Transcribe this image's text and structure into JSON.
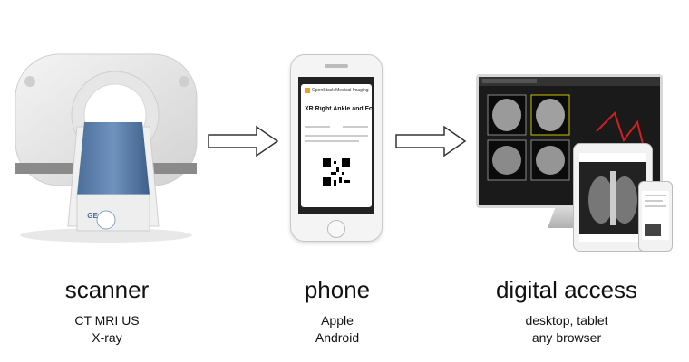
{
  "stages": [
    {
      "title": "scanner",
      "lines": [
        "CT MRI US",
        "X-ray"
      ]
    },
    {
      "title": "phone",
      "lines": [
        "Apple",
        "Android"
      ]
    },
    {
      "title": "digital access",
      "lines": [
        "desktop, tablet",
        "any browser"
      ]
    }
  ],
  "phone_screen": {
    "brand": "OpenStack Medical Imaging",
    "exam_title": "XR Right Ankle and Foot"
  },
  "scanner_logo": "GE",
  "colors": {
    "arrow_stroke": "#333333",
    "accent": "#f0a020"
  }
}
